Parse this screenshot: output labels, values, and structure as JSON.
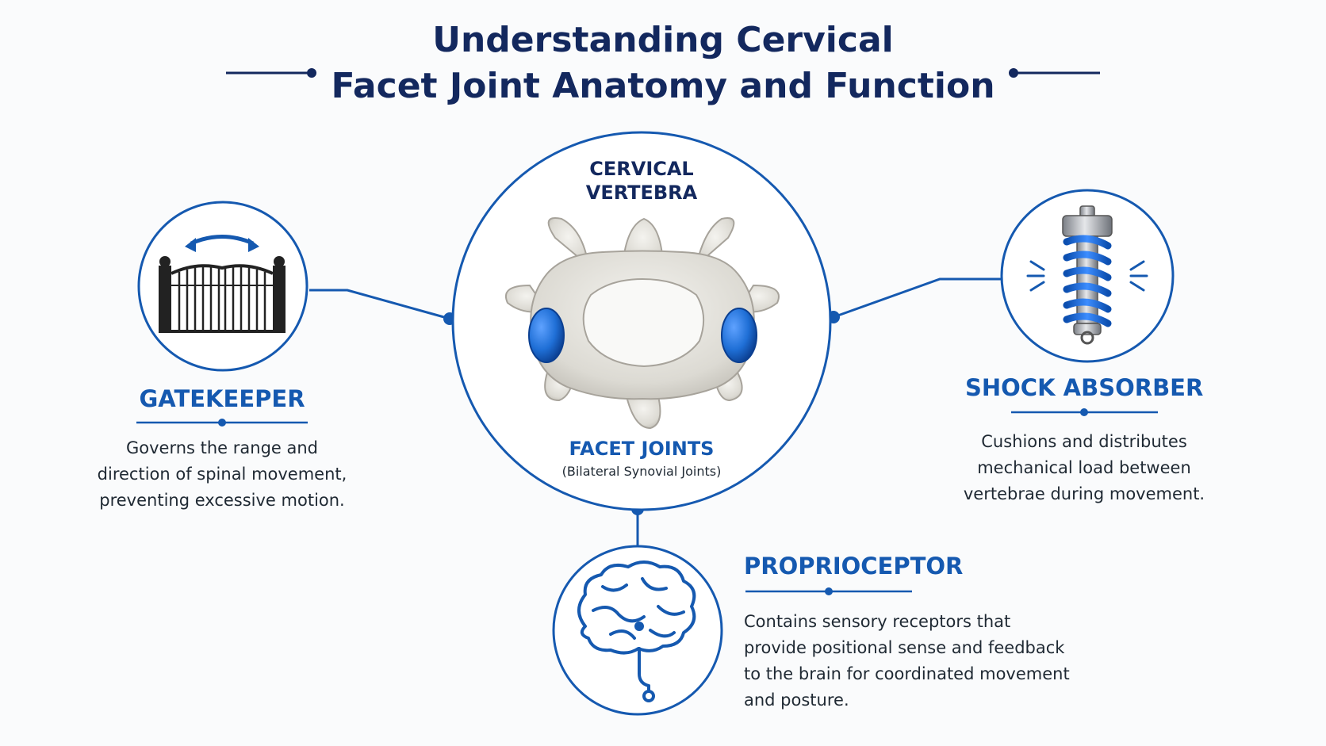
{
  "title": {
    "line1": "Understanding Cervical",
    "line2": "Facet Joint Anatomy and Function"
  },
  "center": {
    "label_line1": "CERVICAL",
    "label_line2": "VERTEBRA",
    "facet_label": "FACET JOINTS",
    "facet_sublabel": "(Bilateral Synovial Joints)",
    "icon": "vertebra-icon"
  },
  "functions": [
    {
      "heading": "GATEKEEPER",
      "icon": "gate-icon",
      "lines": [
        "Governs the range and",
        "direction of spinal movement,",
        "preventing excessive motion."
      ]
    },
    {
      "heading": "SHOCK ABSORBER",
      "icon": "shock-absorber-icon",
      "lines": [
        "Cushions and distributes",
        "mechanical load between",
        "vertebrae during movement."
      ]
    },
    {
      "heading": "PROPRIOCEPTOR",
      "icon": "brain-icon",
      "lines": [
        "Contains sensory receptors that",
        "provide positional sense and feedback",
        "to the brain for coordinated movement",
        "and posture."
      ]
    }
  ],
  "colors": {
    "navy": "#13285e",
    "accent_blue": "#1559b0",
    "facet_blue": "#1f6fd6",
    "bone": "#e4e2dc",
    "background": "#fafbfc"
  }
}
